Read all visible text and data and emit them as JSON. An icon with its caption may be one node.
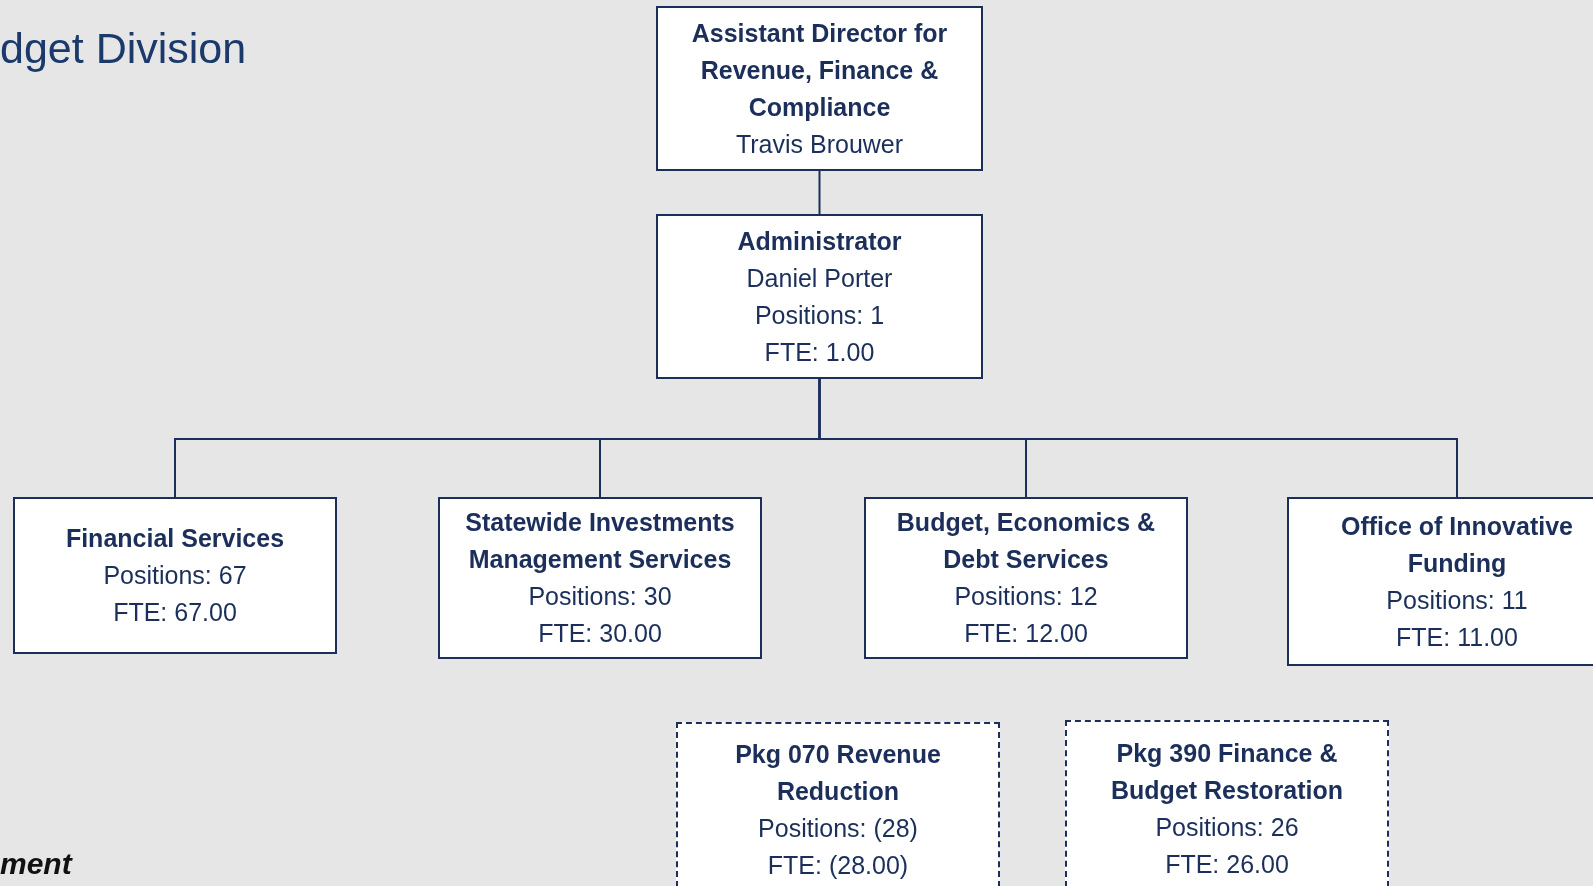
{
  "diagram": {
    "title": "dget Division",
    "nodes": [
      {
        "text": [
          "Assistant Director for Revenue, Finance & Compliance",
          "Travis Brouwer"
        ]
      },
      {
        "text": [
          "Administrator",
          "Daniel Porter",
          "Positions: 1",
          "FTE: 1.00"
        ]
      },
      {
        "text": [
          "Financial Services",
          "Positions: 67",
          "FTE: 67.00"
        ]
      },
      {
        "text": [
          "Statewide Investments Management Services",
          "Positions: 30",
          "FTE: 30.00"
        ]
      },
      {
        "text": [
          "Budget, Economics & Debt Services",
          "Positions: 12",
          "FTE: 12.00"
        ]
      },
      {
        "text": [
          "Office of Innovative Funding",
          "Positions: 11",
          "FTE: 11.00"
        ]
      },
      {
        "text": [
          "Pkg 070 Revenue Reduction",
          "Positions: (28)",
          "FTE: (28.00)"
        ]
      },
      {
        "text": [
          "Pkg 390 Finance & Budget Restoration",
          "Positions: 26",
          "FTE: 26.00"
        ]
      }
    ],
    "edges": [
      {
        "from": 0,
        "to": 1,
        "arrow": "none"
      },
      {
        "from": 1,
        "to": 2,
        "arrow": "none"
      },
      {
        "from": 1,
        "to": 3,
        "arrow": "none"
      },
      {
        "from": 1,
        "to": 4,
        "arrow": "none"
      },
      {
        "from": 1,
        "to": 5,
        "arrow": "none"
      }
    ],
    "labels": [
      "ment"
    ]
  }
}
